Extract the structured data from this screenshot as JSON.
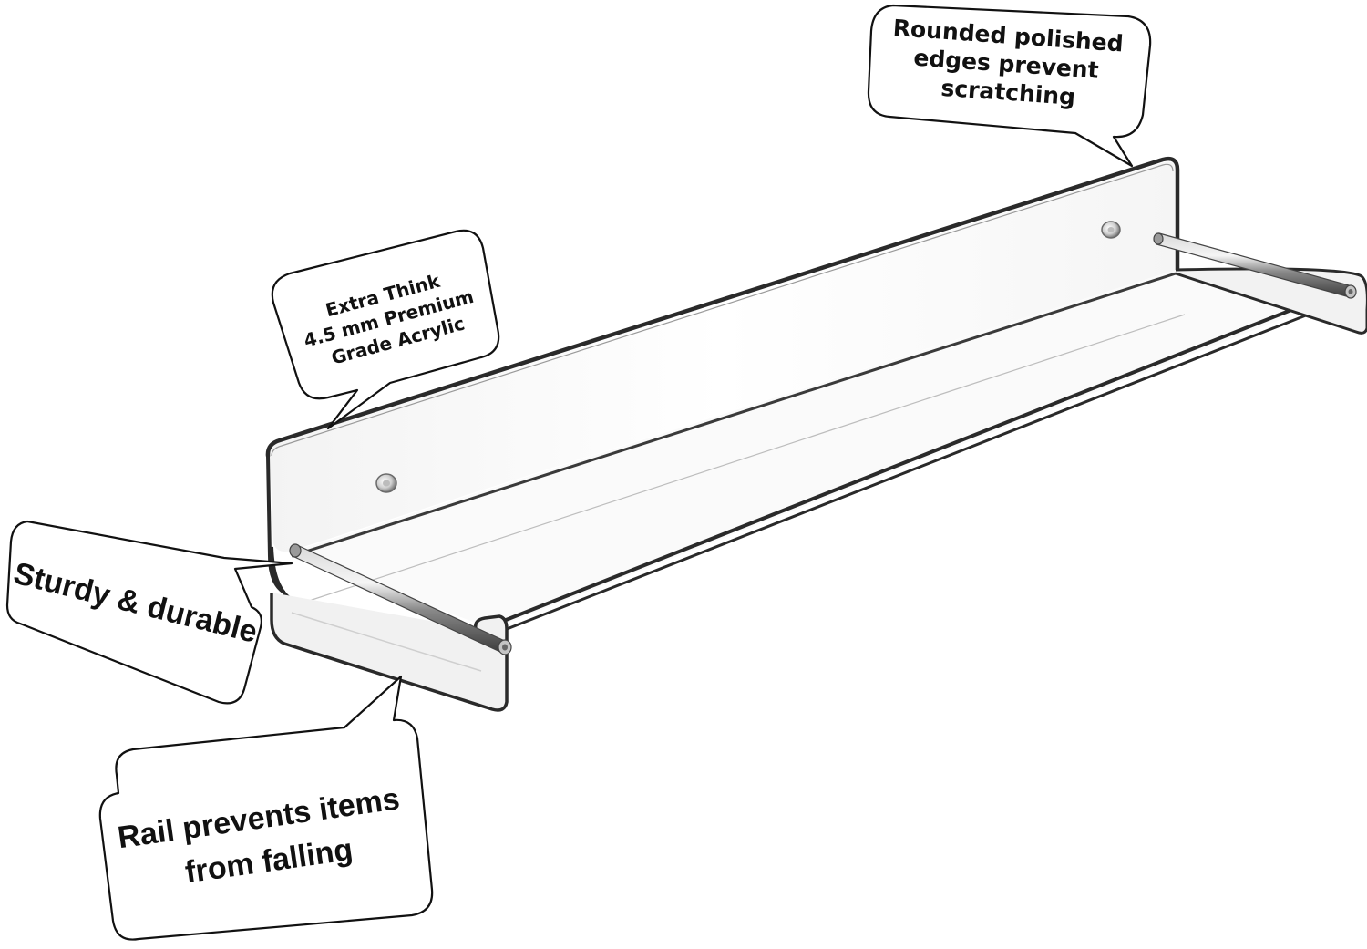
{
  "callouts": {
    "top_right": {
      "line1": "Rounded polished",
      "line2": "edges prevent",
      "line3": "scratching"
    },
    "middle_left": {
      "line1": "Extra Think",
      "line2": "4.5 mm Premium",
      "line3": "Grade Acrylic"
    },
    "left": {
      "line1": "Sturdy & durable"
    },
    "bottom": {
      "line1": "Rail prevents items",
      "line2": "from falling"
    }
  },
  "colors": {
    "outline": "#111111",
    "acrylic_edge": "#2a2a2a",
    "rail_metal": "#8c8c8c",
    "background": "#ffffff"
  }
}
